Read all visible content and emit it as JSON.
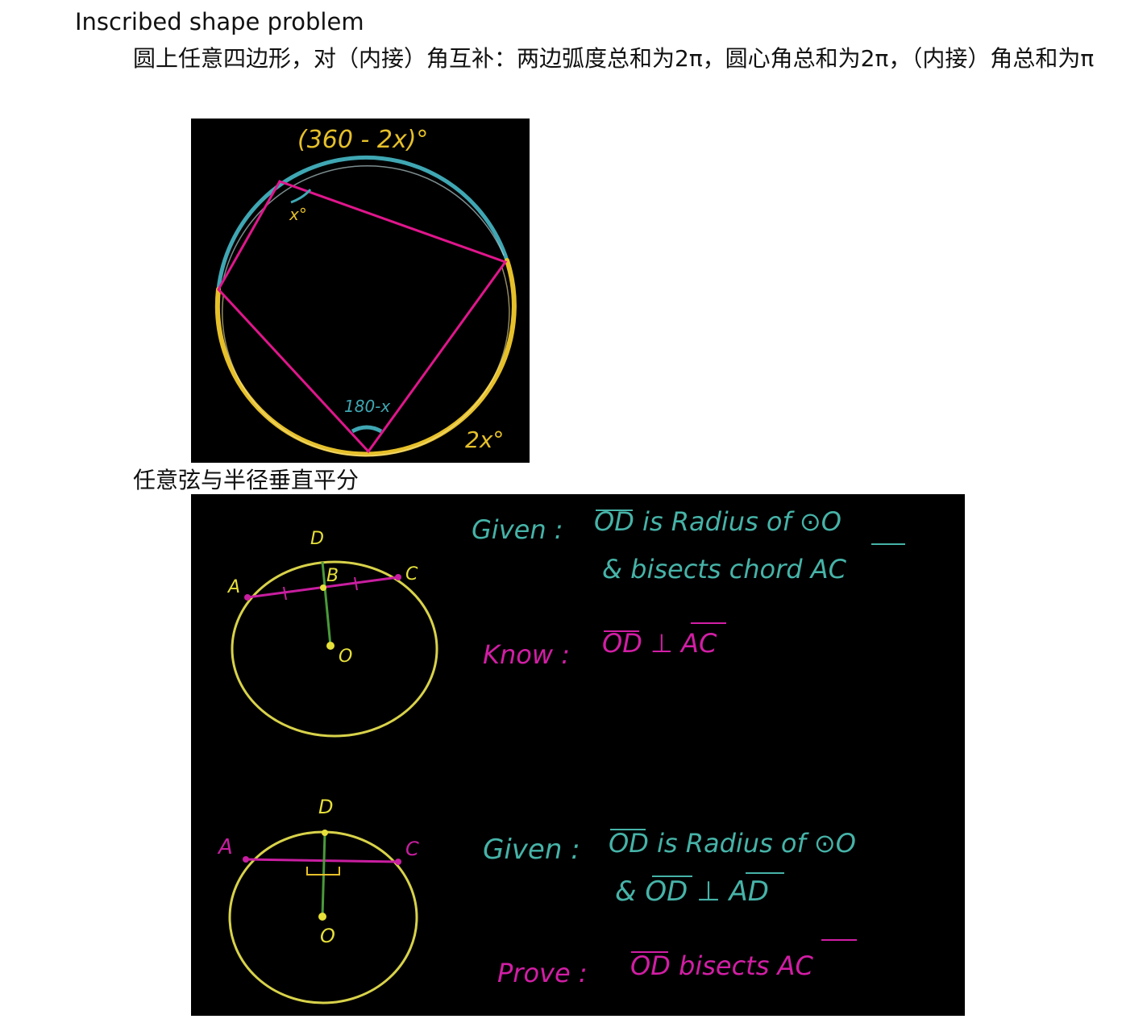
{
  "heading": "Inscribed shape problem",
  "paragraph1": "圆上任意四边形，对（内接）角互补：两边弧度总和为2π，圆心角总和为2π，（内接）角总和为π",
  "caption2": "任意弦与半径垂直平分",
  "figure1": {
    "arc_top_label": "(360 - 2x)°",
    "angle_x_label": "x°",
    "angle_bottom_label": "180-x",
    "arc_bottom_label": "2x°",
    "colors": {
      "arc_top": "#3fa7b3",
      "arc_bottom": "#e6c02a",
      "chords": "#e0168c"
    }
  },
  "figure2": {
    "top": {
      "point_labels": [
        "D",
        "A",
        "B",
        "C",
        "O"
      ],
      "given_label": "Given :",
      "given_line1": "OD  is  Radius  of ⊙O",
      "given_line2": "& bisects   chord  AC",
      "know_label": "Know :",
      "know_text": "OD ⊥ AC"
    },
    "bottom": {
      "point_labels": [
        "D",
        "A",
        "C",
        "O"
      ],
      "given_label": "Given :",
      "given_line1": "OD  is  Radius  of  ⊙O",
      "given_line2": "& OD ⊥ AD",
      "prove_label": "Prove :",
      "prove_text": "OD  bisects  AC"
    },
    "colors": {
      "circle": "#d8d24a",
      "chord": "#c81ea0",
      "radius": "#4a9a3a",
      "teal_text": "#46b3a8",
      "magenta_text": "#d21ea5"
    }
  }
}
